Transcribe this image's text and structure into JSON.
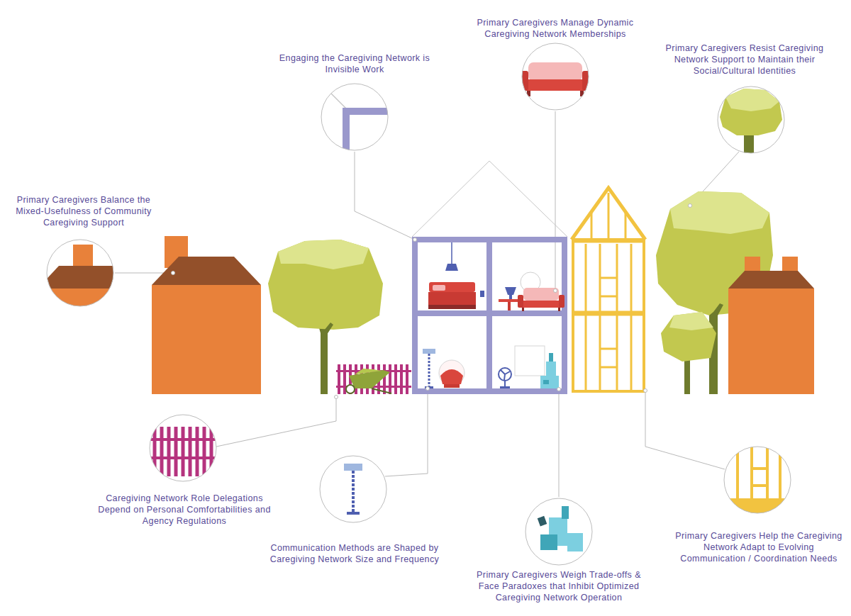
{
  "diagram": {
    "nodes": [
      {
        "text": [
          "Primary Caregivers Manage Dynamic Caregiving Network Memberships"
        ]
      },
      {
        "text": [
          "Engaging the Caregiving Network is Invisible Work"
        ]
      },
      {
        "text": [
          "Primary Caregivers Resist Caregiving Network Support to Maintain their Social/Cultural Identities"
        ]
      },
      {
        "text": [
          "Primary Caregivers Balance the Mixed-Usefulness of Community Caregiving Support"
        ]
      },
      {
        "text": [
          "Caregiving Network Role Delegations Depend on Personal Comfortabilities and Agency Regulations"
        ]
      },
      {
        "text": [
          "Communication Methods are Shaped by Caregiving Network Size and Frequency"
        ]
      },
      {
        "text": [
          "Primary Caregivers Weigh Trade-offs & Face Paradoxes that Inhibit Optimized Caregiving Network Operation"
        ]
      },
      {
        "text": [
          "Primary Caregivers Help the Caregiving Network Adapt to Evolving Communication / Coordination Needs"
        ]
      }
    ]
  }
}
